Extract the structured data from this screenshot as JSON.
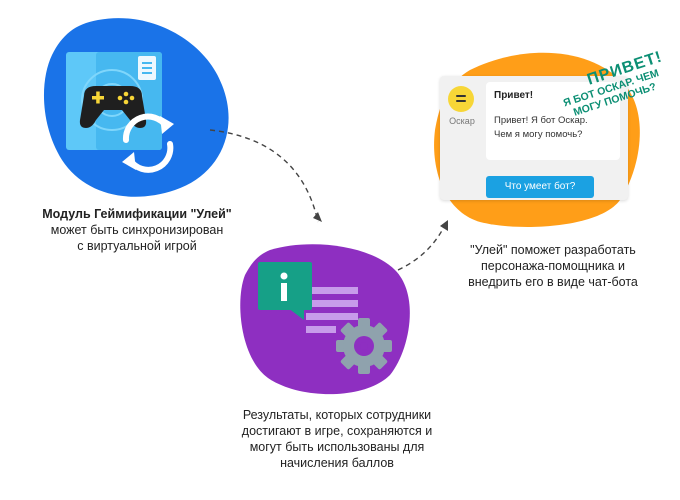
{
  "step1": {
    "title": "Модуль Геймификации \"Улей\"",
    "line2": "может быть синхронизирован",
    "line3": "с виртуальной игрой"
  },
  "step2": {
    "line1": "Результаты, которых сотрудники",
    "line2": "достигают в игре, сохраняются  и",
    "line3": "могут быть использованы для",
    "line4": "начисления баллов"
  },
  "step3": {
    "line1": "\"Улей\" поможет разработать",
    "line2": "персонажа-помощника и",
    "line3": "внедрить его в виде чат-бота"
  },
  "chat": {
    "bot_name": "Оскар",
    "bubble_title": "Привет!",
    "bubble_line1": "Привет! Я бот Оскар.",
    "bubble_line2": "Чем я могу помочь?",
    "button_label": "Что умеет бот?"
  },
  "sticker": {
    "big": "ПРИВЕТ!",
    "line1": "Я БОТ ОСКАР. ЧЕМ",
    "line2": "МОГУ ПОМОЧЬ?"
  },
  "colors": {
    "blue_blob": "#1a73e8",
    "purple_blob": "#8e2fc1",
    "orange_blob": "#ff9e18",
    "teal": "#0c8f74",
    "button": "#1ba1e2"
  },
  "icons": [
    "gamepad-icon",
    "sync-icon",
    "document-icon",
    "info-icon",
    "gear-icon",
    "bot-avatar-icon"
  ]
}
